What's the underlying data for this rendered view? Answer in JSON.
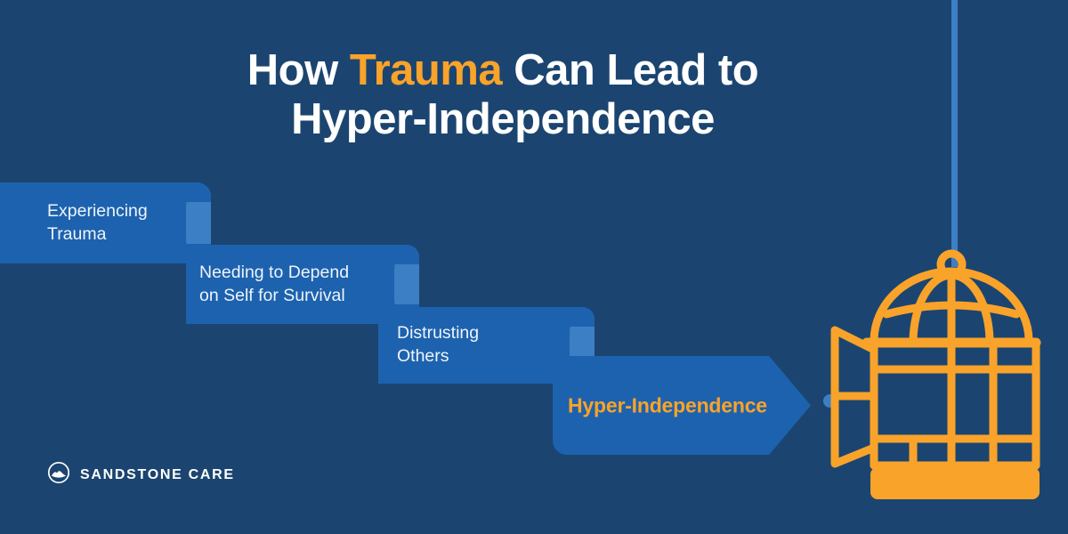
{
  "theme": {
    "background": "#1b4570",
    "step_blue": "#1d62ae",
    "fold_blue": "#3d7fc4",
    "accent_orange": "#F9A32A",
    "text_white": "#ffffff"
  },
  "title": {
    "line1_prefix": "How ",
    "line1_accent": "Trauma",
    "line1_suffix": " Can Lead to",
    "line2": "Hyper-Independence"
  },
  "flow": {
    "steps": [
      {
        "label": "Experiencing\nTrauma"
      },
      {
        "label": "Needing to Depend\non Self for Survival"
      },
      {
        "label": "Distrusting\nOthers"
      }
    ],
    "final_step": {
      "label": "Hyper-Independence"
    }
  },
  "illustration": {
    "cage_icon": "open-birdcage-icon",
    "hanging_line_icon": "cage-hanging-line-icon",
    "dot_icon": "connector-dot-icon"
  },
  "logo": {
    "mark": "sandstone-mountain-circle-icon",
    "text": "SANDSTONE CARE"
  }
}
